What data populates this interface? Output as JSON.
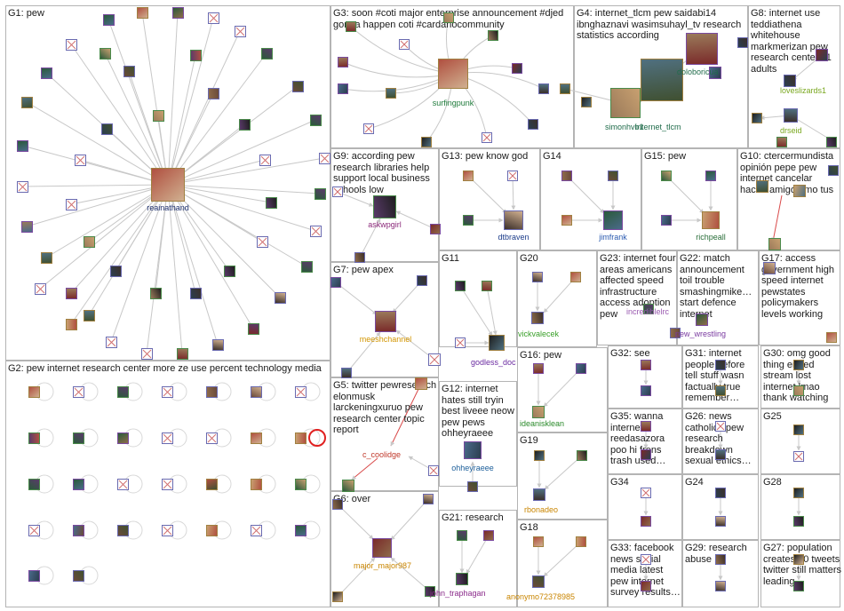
{
  "groups": [
    {
      "id": "G1",
      "label": "G1: pew"
    },
    {
      "id": "G2",
      "label": "G2: pew internet research center more ze use percent technology media"
    },
    {
      "id": "G3",
      "label": "G3: soon #coti major enterprise announcement #djed gonna happen coti #cardanocommunity"
    },
    {
      "id": "G4",
      "label": "G4: internet_tlcm pew saidabi14 ibnghaznavi wasimsuhayl_tv research statistics according"
    },
    {
      "id": "G5",
      "label": "G5: twitter pewresearch elonmusk larckeningxuruo pew research center topic report"
    },
    {
      "id": "G6",
      "label": "G6: over"
    },
    {
      "id": "G7",
      "label": "G7: pew apex"
    },
    {
      "id": "G8",
      "label": "G8: internet use teddiathena whitehouse markmerizan pew research center 11 adults"
    },
    {
      "id": "G9",
      "label": "G9: according pew research libraries help support local business schools low"
    },
    {
      "id": "G10",
      "label": "G10: ctercermundista opinión pepe pew internet cancelar hacen amigo amo tus"
    },
    {
      "id": "G11",
      "label": "G11"
    },
    {
      "id": "G12",
      "label": "G12: internet hates still tryin best liveee neow pew pews ohheyraeee"
    },
    {
      "id": "G13",
      "label": "G13: pew know god"
    },
    {
      "id": "G14",
      "label": "G14"
    },
    {
      "id": "G15",
      "label": "G15: pew"
    },
    {
      "id": "G16",
      "label": "G16: pew"
    },
    {
      "id": "G17",
      "label": "G17: access government high speed internet pewstates policymakers levels working"
    },
    {
      "id": "G18",
      "label": "G18"
    },
    {
      "id": "G19",
      "label": "G19"
    },
    {
      "id": "G20",
      "label": "G20"
    },
    {
      "id": "G21",
      "label": "G21: research"
    },
    {
      "id": "G22",
      "label": "G22: match announcement toil trouble smashingmike… start defence internet"
    },
    {
      "id": "G23",
      "label": "G23: internet four areas americans affected speed infrastructure access adoption pew"
    },
    {
      "id": "G24",
      "label": "G24"
    },
    {
      "id": "G25",
      "label": "G25"
    },
    {
      "id": "G26",
      "label": "G26: news catholics pew research breakdown sexual ethics…"
    },
    {
      "id": "G27",
      "label": "G27: population creates 90 tweets twitter still matters leading…"
    },
    {
      "id": "G28",
      "label": "G28"
    },
    {
      "id": "G29",
      "label": "G29: research abuse"
    },
    {
      "id": "G30",
      "label": "G30: omg good thing ended stream lost internet lmao thank watching"
    },
    {
      "id": "G31",
      "label": "G31: internet people before tell stuff wasn factually true remember…"
    },
    {
      "id": "G32",
      "label": "G32: see"
    },
    {
      "id": "G33",
      "label": "G33: facebook news social media latest pew internet survey results…"
    },
    {
      "id": "G34",
      "label": "G34"
    },
    {
      "id": "G35",
      "label": "G35: wanna internet reedasazora poo hi frens trash used…"
    }
  ],
  "node_labels": {
    "reainathand": "reainathand",
    "surfingpunk": "surfingpunk",
    "internet_tlcm": "internet_tlcm",
    "simonhvb1": "simonhvb1",
    "doloboricua": "doloboricua",
    "loveslizards1": "loveslizards1",
    "drseid": "drseid",
    "askwpgirl": "askwpgirl",
    "dtbraven": "dtbraven",
    "jimfrank": "jimfrank",
    "richpeall": "richpeall",
    "meeshchannel": "meeshchannel",
    "godless_doc": "godless_doc",
    "vickvalecek": "vickvalecek",
    "incrediblelrc": "incrediblelrc",
    "pew_wrestling": "pew_wrestling",
    "c_coolidge": "c_coolidge",
    "ohheyraeee": "ohheyraeee",
    "ideanisklean": "ideanisklean",
    "rbonadeo": "rbonadeo",
    "major_major987": "major_major987",
    "john_traphagan": "john_traphagan",
    "anonymo72378985": "anonymo72378985"
  },
  "colors": {
    "border": "#b4b4b4",
    "edge": "#c8c8c8",
    "g1_label": "#1c2f6e",
    "g3_label": "#1e7a3a",
    "g4_label": "#1f6b4a",
    "g7_label": "#d29500",
    "g8_label": "#7aa820",
    "g9_label": "#8b2a7a",
    "g13_label": "#1c3c8a",
    "g14_label": "#2a5ab0",
    "g15_label": "#2a6e3a",
    "g5_label": "#c0392b",
    "g11_label": "#6a2aa0",
    "g12_label": "#1d5f9a",
    "g16_label": "#2a8a2a",
    "g19_label": "#c98500",
    "g20_label": "#3aa02a",
    "g6_label": "#c98500",
    "g21_label": "#8a2a8a",
    "g18_label": "#c98500",
    "g22_label": "#7a3aa0",
    "g23_label": "#9a5ab0",
    "g10_edge": "#d94a4a"
  }
}
